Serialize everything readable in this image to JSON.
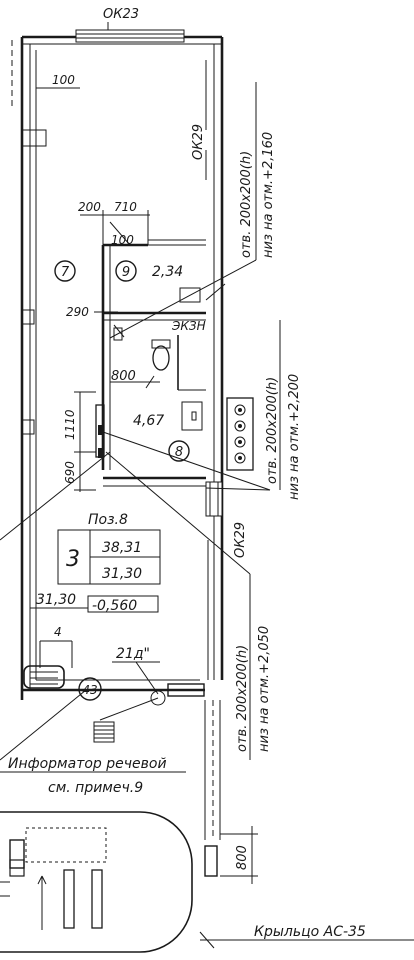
{
  "labels": {
    "window_top": "ОК23",
    "window_right_top": "ОК29",
    "window_right_mid": "ОК29",
    "dim_100_top": "100",
    "dim_200": "200",
    "dim_710": "710",
    "dim_100_mid": "100",
    "dim_290": "290",
    "dim_800_bath": "800",
    "dim_1110": "1110",
    "dim_690": "690",
    "dim_4": "4",
    "dim_800_bottom": "800",
    "room_7": "7",
    "room_9": "9",
    "room_8": "8",
    "room_43": "43",
    "area_9": "2,34",
    "area_8": "4,67",
    "ekzn": "ЭКЗН",
    "pos": "Поз.8",
    "apt_rooms": "3",
    "apt_total": "38,31",
    "apt_living": "31,30",
    "level_left": "31,30",
    "level_value": "-0,560",
    "mark_21d": "21д\"",
    "note_top_1": "отв. 200х200(h)",
    "note_top_2": "низ на отм.+2,160",
    "note_mid_1": "отв. 200х200(h)",
    "note_mid_2": "низ на отм.+2,200",
    "note_bot_1": "отв. 200х200(h)",
    "note_bot_2": "низ на отм.+2,050",
    "informer_1": "Информатор речевой",
    "informer_2": "см. примеч.9",
    "porch": "Крыльцо АС-35"
  }
}
